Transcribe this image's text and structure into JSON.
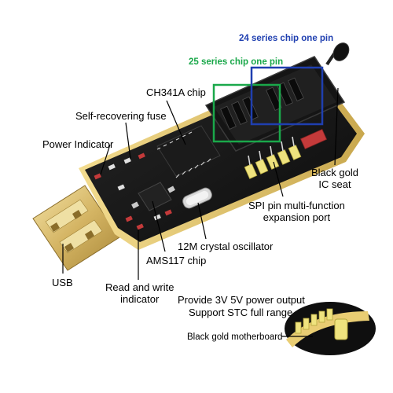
{
  "labels": {
    "series24": "24 series chip one pin",
    "series25": "25 series chip one pin",
    "ch341a": "CH341A chip",
    "self_recovering_fuse": "Self-recovering fuse",
    "power_indicator": "Power Indicator",
    "black_gold_ic_seat": "Black gold\nIC seat",
    "spi_port": "SPI pin multi-function\nexpansion port",
    "crystal": "12M crystal oscillator",
    "ams117": "AMS117 chip",
    "usb": "USB",
    "rw_indicator": "Read and write\nindicator",
    "power_output": "Provide 3V 5V power output",
    "stc_range": "Support STC full range",
    "motherboard": "Black gold motherboard"
  },
  "colors": {
    "series24": "#1f3fb0",
    "series25": "#1aa84a",
    "leader_line": "#000000",
    "board_gold": "#e8cf7a",
    "board_black": "#141414",
    "header_yellow": "#f2ea8a"
  }
}
